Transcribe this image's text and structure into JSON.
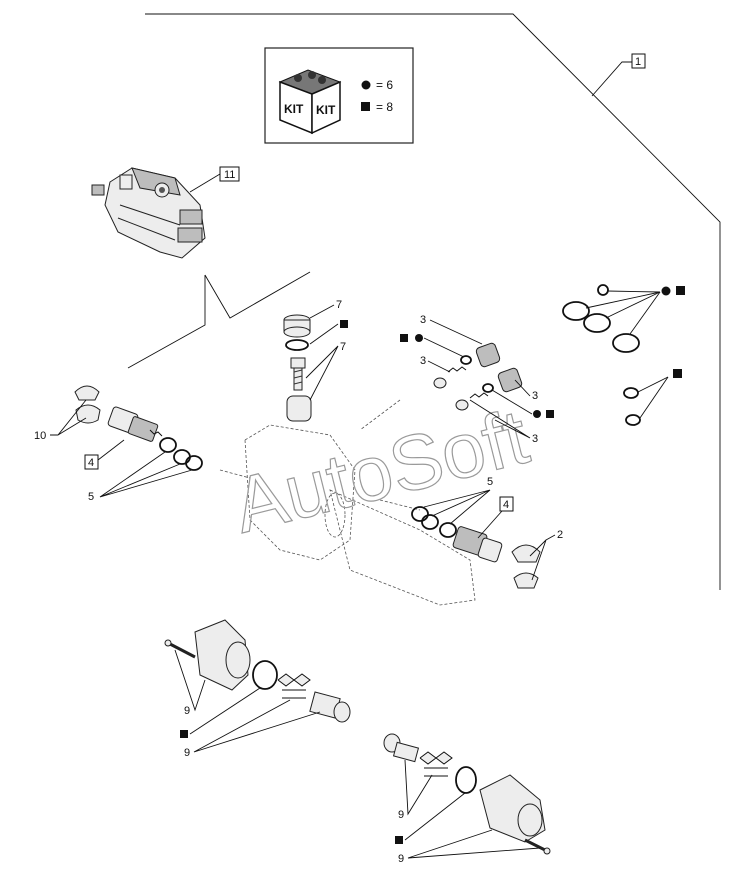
{
  "kit": {
    "label_left": "KIT",
    "label_right": "KIT",
    "circle_count": "= 6",
    "square_count": "= 8"
  },
  "watermark": "AutoSoft",
  "callouts": {
    "c1": "1",
    "c11": "11",
    "c7a": "7",
    "c7b": "7",
    "c3a": "3",
    "c3b": "3",
    "c3c": "3",
    "c3d": "3",
    "c10": "10",
    "c4a": "4",
    "c4b": "4",
    "c5a": "5",
    "c5b": "5",
    "c2": "2",
    "c9a": "9",
    "c9b": "9",
    "c9c": "9",
    "c9d": "9"
  },
  "symbol_colors": {
    "line": "#111111",
    "watermark": "#9a9a9a",
    "part_fill": "#ededed"
  }
}
